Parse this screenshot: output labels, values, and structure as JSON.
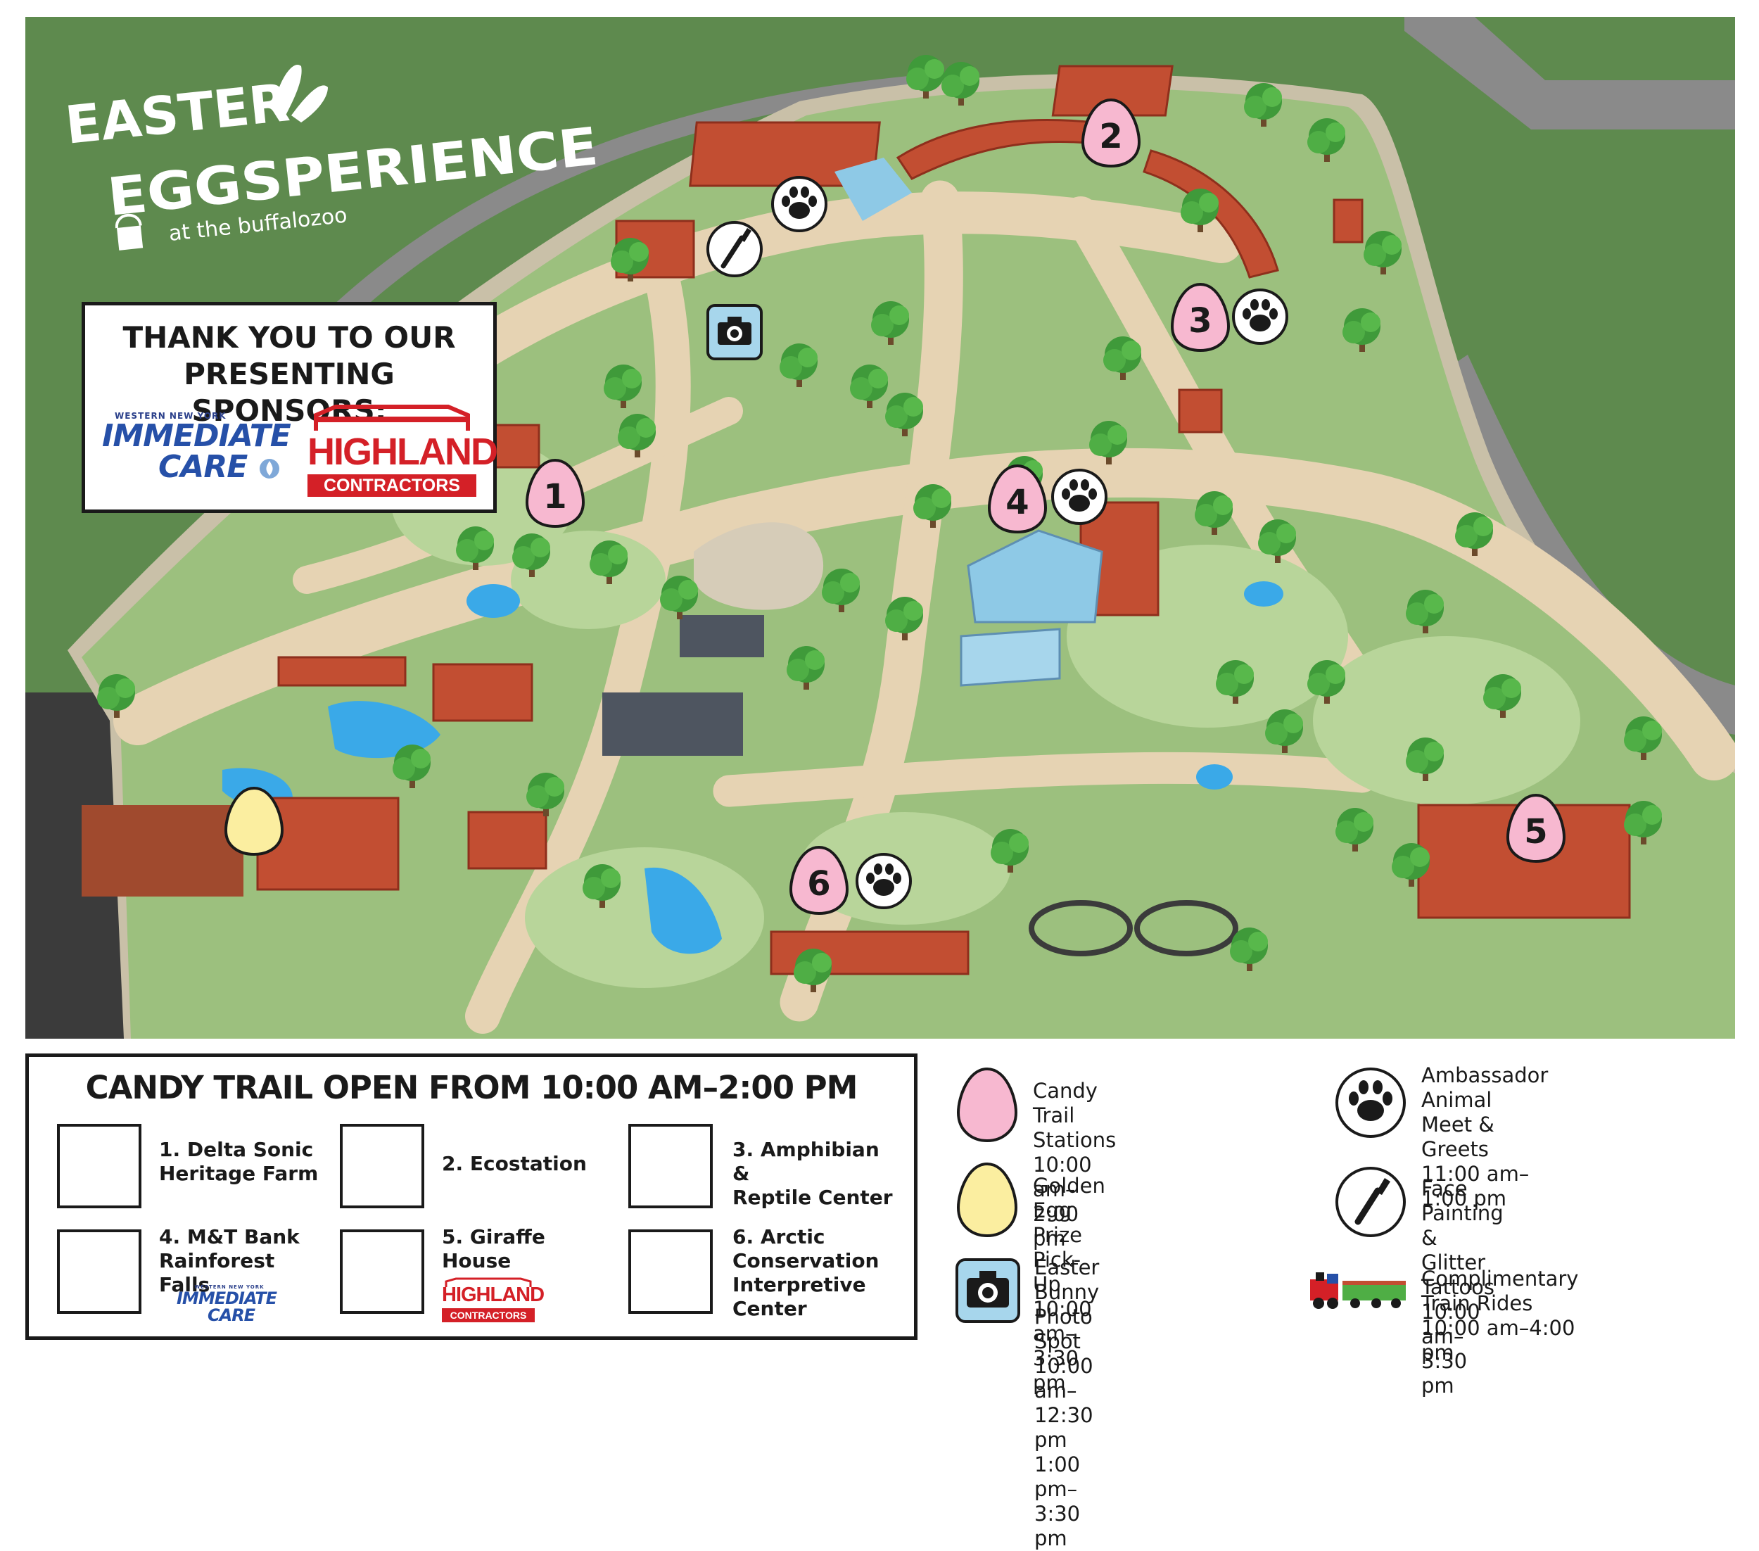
{
  "header": {
    "title_line1": "EASTER",
    "title_line2": "EGGSPERIENCE",
    "subtitle": "at the buffalozoo"
  },
  "sponsors": {
    "title": "THANK YOU TO OUR\nPRESENTING SPONSORS:",
    "immediate_care": {
      "small": "WESTERN NEW YORK",
      "line1": "IMMEDIATE",
      "line2": "CARE"
    },
    "highland": {
      "word": "HIGHLAND",
      "bar": "CONTRACTORS"
    }
  },
  "map_markers": [
    {
      "id": "1",
      "label": "1"
    },
    {
      "id": "2",
      "label": "2"
    },
    {
      "id": "3",
      "label": "3"
    },
    {
      "id": "4",
      "label": "4"
    },
    {
      "id": "5",
      "label": "5"
    },
    {
      "id": "6",
      "label": "6"
    }
  ],
  "candy_trail": {
    "title": "CANDY TRAIL OPEN FROM 10:00 AM–2:00 PM",
    "stations": [
      {
        "label": "1. Delta Sonic\nHeritage Farm"
      },
      {
        "label": "2. Ecostation"
      },
      {
        "label": "3. Amphibian &\nReptile Center"
      },
      {
        "label": "4. M&T Bank\nRainforest Falls",
        "sponsor_small": "WESTERN NEW YORK",
        "sponsor_line1": "IMMEDIATE",
        "sponsor_line2": "CARE"
      },
      {
        "label": "5. Giraffe House",
        "sponsor_word": "HIGHLAND",
        "sponsor_bar": "CONTRACTORS"
      },
      {
        "label": "6. Arctic\nConservation\nInterpretive\nCenter"
      }
    ]
  },
  "legend": [
    {
      "icon": "pink-egg-icon",
      "text": "Candy Trail Stations\n10:00 am–2:00 pm"
    },
    {
      "icon": "golden-egg-icon",
      "text": "Golden Egg Prize Pick-Up\n10:00 am–3:30 pm"
    },
    {
      "icon": "camera-icon",
      "text": "Easter Bunny Photo Spot\n10:00 am–12:30 pm\n1:00 pm–3:30 pm"
    },
    {
      "icon": "paw-icon",
      "text": "Ambassador Animal\nMeet & Greets\n11:00 am–1:00 pm"
    },
    {
      "icon": "paintbrush-icon",
      "text": "Face Painting & Glitter Tattoos\n10:00 am–3:30 pm"
    },
    {
      "icon": "train-icon",
      "text": "Complimentary Train Rides\n10:00 am–4:00 pm"
    }
  ],
  "colors": {
    "grass_dark": "#5e8a4e",
    "grass_light": "#9cc07e",
    "path": "#e6d3b3",
    "roof": "#c24e32",
    "tree": "#3f9a3a",
    "water": "#3aa9e8",
    "pink_egg": "#f7b8d0",
    "golden_egg": "#fbeea0"
  }
}
